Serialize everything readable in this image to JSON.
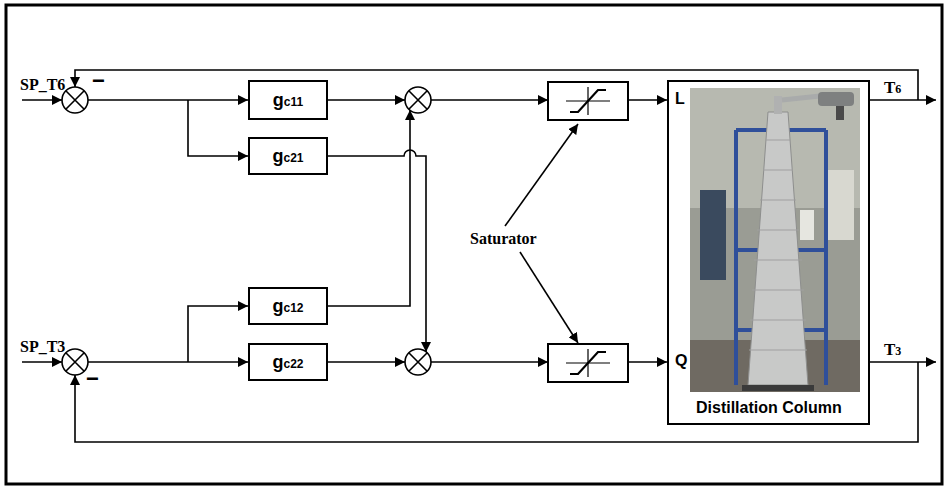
{
  "diagram": {
    "nodes": [
      {
        "text": [
          "gc11"
        ]
      },
      {
        "text": [
          "gc21"
        ]
      },
      {
        "text": [
          "gc12"
        ]
      },
      {
        "text": [
          "gc22"
        ]
      },
      {
        "text": [
          "L",
          "Q",
          "Distillation Column"
        ]
      }
    ],
    "labels": [
      "SP_T6",
      "−",
      "SP_T3",
      "−",
      "Saturator",
      "T6",
      "T3"
    ]
  }
}
